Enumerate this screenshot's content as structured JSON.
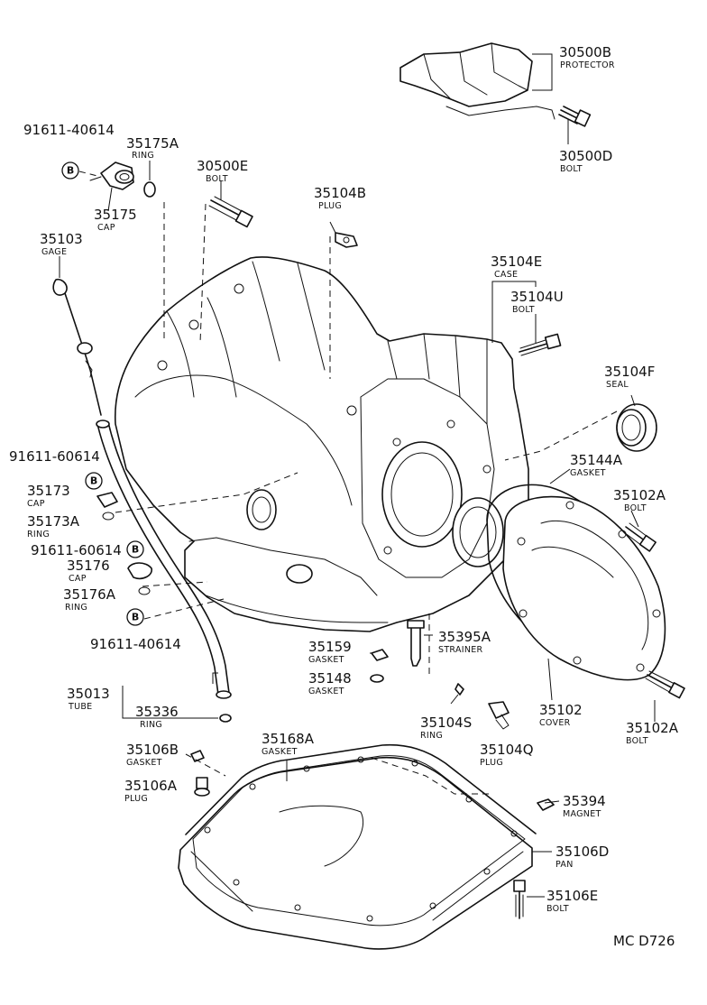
{
  "code": "MC D726",
  "badge_letter": "B",
  "parts": {
    "p30500B": {
      "num": "30500B",
      "name": "PROTECTOR"
    },
    "p30500D": {
      "num": "30500D",
      "name": "BOLT"
    },
    "p91611_40614_top": {
      "num": "91611-40614",
      "name": ""
    },
    "p35175A": {
      "num": "35175A",
      "name": "RING"
    },
    "p35175": {
      "num": "35175",
      "name": "CAP"
    },
    "p30500E": {
      "num": "30500E",
      "name": "BOLT"
    },
    "p35104B": {
      "num": "35104B",
      "name": "PLUG"
    },
    "p35103": {
      "num": "35103",
      "name": "GAGE"
    },
    "p35104E": {
      "num": "35104E",
      "name": "CASE"
    },
    "p35104U": {
      "num": "35104U",
      "name": "BOLT"
    },
    "p35104F": {
      "num": "35104F",
      "name": "SEAL"
    },
    "p91611_60614_a": {
      "num": "91611-60614",
      "name": ""
    },
    "p35173": {
      "num": "35173",
      "name": "CAP"
    },
    "p35144A": {
      "num": "35144A",
      "name": "GASKET"
    },
    "p35102A_top": {
      "num": "35102A",
      "name": "BOLT"
    },
    "p35173A": {
      "num": "35173A",
      "name": "RING"
    },
    "p91611_60614_b": {
      "num": "91611-60614",
      "name": ""
    },
    "p35176": {
      "num": "35176",
      "name": "CAP"
    },
    "p35176A": {
      "num": "35176A",
      "name": "RING"
    },
    "p91611_40614_bot": {
      "num": "91611-40614",
      "name": ""
    },
    "p35159": {
      "num": "35159",
      "name": "GASKET"
    },
    "p35395A": {
      "num": "35395A",
      "name": "STRAINER"
    },
    "p35148": {
      "num": "35148",
      "name": "GASKET"
    },
    "p35013": {
      "num": "35013",
      "name": "TUBE"
    },
    "p35336": {
      "num": "35336",
      "name": "RING"
    },
    "p35104S": {
      "num": "35104S",
      "name": "RING"
    },
    "p35102": {
      "num": "35102",
      "name": "COVER"
    },
    "p35102A_bot": {
      "num": "35102A",
      "name": "BOLT"
    },
    "p35104Q": {
      "num": "35104Q",
      "name": "PLUG"
    },
    "p35106B": {
      "num": "35106B",
      "name": "GASKET"
    },
    "p35168A": {
      "num": "35168A",
      "name": "GASKET"
    },
    "p35106A": {
      "num": "35106A",
      "name": "PLUG"
    },
    "p35394": {
      "num": "35394",
      "name": "MAGNET"
    },
    "p35106D": {
      "num": "35106D",
      "name": "PAN"
    },
    "p35106E": {
      "num": "35106E",
      "name": "BOLT"
    }
  }
}
